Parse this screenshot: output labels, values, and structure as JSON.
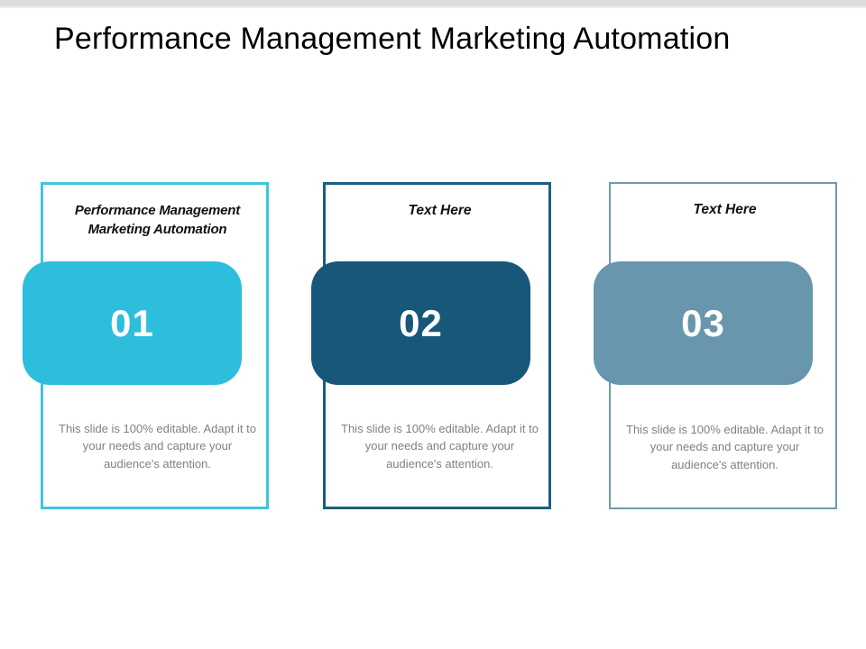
{
  "slide": {
    "title": "Performance Management Marketing Automation",
    "background_color": "#ffffff"
  },
  "cards": [
    {
      "heading": "Performance Management Marketing Automation",
      "number": "01",
      "body": "This slide is 100% editable. Adapt it to your needs and capture your audience's attention.",
      "accent_color": "#2cbedc",
      "border_color": "#3ec6de"
    },
    {
      "heading": "Text Here",
      "number": "02",
      "body": "This slide is 100% editable. Adapt it to your needs and capture your audience's attention.",
      "accent_color": "#17577a",
      "border_color": "#1c5e80"
    },
    {
      "heading": "Text Here",
      "number": "03",
      "body": "This slide is 100% editable. Adapt it to your needs and capture your audience's attention.",
      "accent_color": "#6896ac",
      "border_color": "#6e9bb0"
    }
  ]
}
